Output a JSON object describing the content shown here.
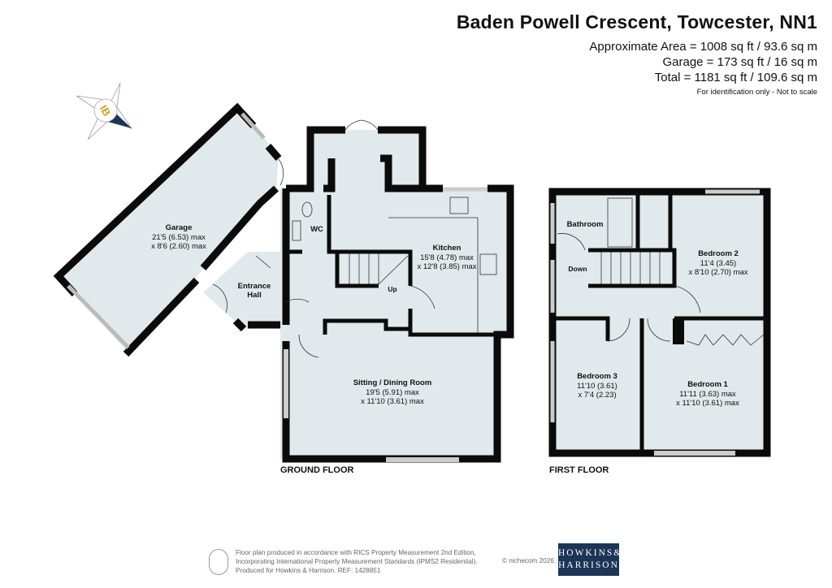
{
  "header": {
    "title": "Baden Powell Crescent, Towcester, NN1",
    "area_line": "Approximate Area = 1008 sq ft / 93.6 sq m",
    "garage_line": "Garage = 173 sq ft / 16 sq m",
    "total_line": "Total = 1181 sq ft / 109.6 sq m",
    "note": "For identification only - Not to scale"
  },
  "ground_floor": {
    "label": "GROUND FLOOR",
    "rooms": [
      {
        "name": "Garage",
        "dim1": "21'5 (6.53) max",
        "dim2": "x 8'6 (2.60) max"
      },
      {
        "name": "Entrance",
        "dim1": "Hall"
      },
      {
        "name": "WC"
      },
      {
        "name": "Kitchen",
        "dim1": "15'8 (4.78) max",
        "dim2": "x 12'8 (3.85) max"
      },
      {
        "name": "Sitting / Dining Room",
        "dim1": "19'5 (5.91) max",
        "dim2": "x 11'10 (3.61) max"
      }
    ],
    "stairs_label": "Up"
  },
  "first_floor": {
    "label": "FIRST FLOOR",
    "rooms": [
      {
        "name": "Bathroom"
      },
      {
        "name": "Bedroom 2",
        "dim1": "11'4 (3.45)",
        "dim2": "x 8'10 (2.70) max"
      },
      {
        "name": "Bedroom 3",
        "dim1": "11'10 (3.61)",
        "dim2": "x 7'4 (2.23)"
      },
      {
        "name": "Bedroom 1",
        "dim1": "11'11 (3.63) max",
        "dim2": "x 11'10 (3.61) max"
      }
    ],
    "stairs_label": "Down"
  },
  "footer": {
    "line1": "Floor plan produced in accordance with RICS Property Measurement 2nd Edition,",
    "line2": "Incorporating International Property Measurement Standards (IPMS2 Residential).",
    "line3": "Produced for Howkins & Harrison.   REF:  1428851",
    "copyright": "© nichecom 2026.",
    "logo_line1": "HOWKINS&",
    "logo_line2": "HARRISON"
  },
  "colors": {
    "room_fill": "#e1e9ec",
    "wall": "#0b0b0b",
    "brand": "#1c3557",
    "compass_accent": "#c9a227"
  }
}
